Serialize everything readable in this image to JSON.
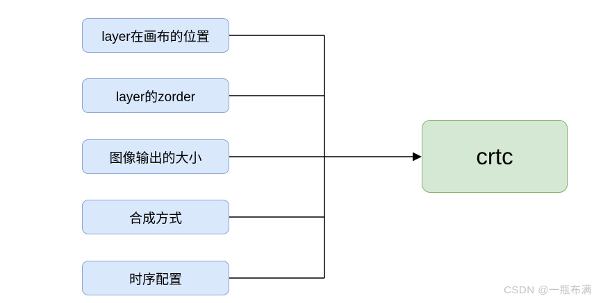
{
  "diagram": {
    "nodes": [
      {
        "label": "layer在画布的位置"
      },
      {
        "label": "layer的zorder"
      },
      {
        "label": "图像输出的大小"
      },
      {
        "label": "合成方式"
      },
      {
        "label": "时序配置"
      }
    ],
    "target": {
      "label": "crtc"
    },
    "colors": {
      "node_fill": "#dae8fc",
      "node_border": "#88a3d3",
      "target_fill": "#d5e8d4",
      "target_border": "#82b366",
      "connector": "#000000",
      "watermark_text": "#c3c3c3"
    }
  },
  "watermark": {
    "text": "CSDN @一瓶布满"
  }
}
